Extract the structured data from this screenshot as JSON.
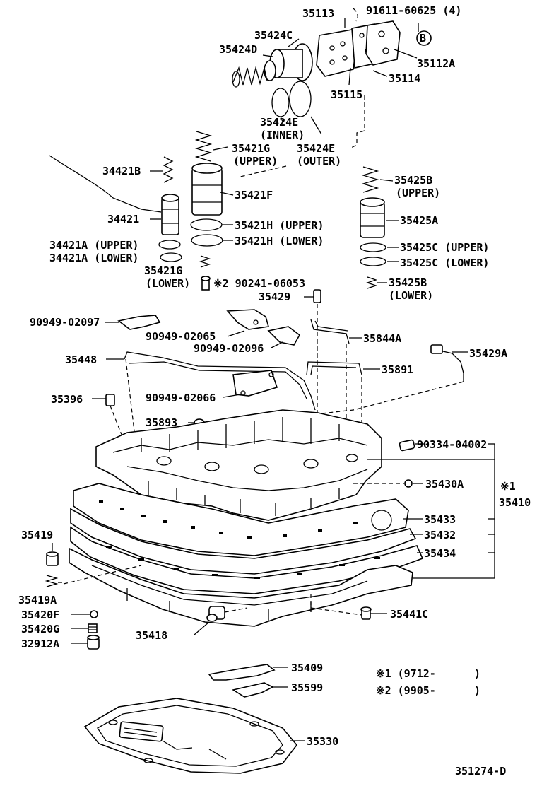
{
  "labels": {
    "p35113": "35113",
    "p91611": "91611-60625 (4)",
    "circle_b": "B",
    "p35424C": "35424C",
    "p35424D": "35424D",
    "p35112A": "35112A",
    "p35114": "35114",
    "p35115": "35115",
    "p35424E_inner": "35424E",
    "inner": "(INNER)",
    "p35421G_upper": "35421G",
    "upper1": "(UPPER)",
    "p35424E_outer": "35424E",
    "outer": "(OUTER)",
    "p34421B": "34421B",
    "p35425B_upper": "35425B",
    "upper2": "(UPPER)",
    "p35421F": "35421F",
    "p34421": "34421",
    "p35425A": "35425A",
    "p35421H_upper": "35421H (UPPER)",
    "p35421H_lower": "35421H (LOWER)",
    "p34421A_upper": "34421A (UPPER)",
    "p34421A_lower": "34421A (LOWER)",
    "p35425C_upper": "35425C (UPPER)",
    "p35425C_lower": "35425C (LOWER)",
    "p35421G_lower": "35421G",
    "lower1": "(LOWER)",
    "p90241": "※2 90241-06053",
    "p35425B_lower": "35425B",
    "lower2": "(LOWER)",
    "p35429": "35429",
    "p90949_02097": "90949-02097",
    "p90949_02065": "90949-02065",
    "p90949_02096": "90949-02096",
    "p35844A": "35844A",
    "p35429A": "35429A",
    "p35448": "35448",
    "p35891": "35891",
    "p35396": "35396",
    "p90949_02066": "90949-02066",
    "p35893": "35893",
    "p90334": "90334-04002",
    "p35430A": "35430A",
    "note1_mark": "※1",
    "p35410": "35410",
    "p35433": "35433",
    "p35432": "35432",
    "p35434": "35434",
    "p35419": "35419",
    "p35419A": "35419A",
    "p35420F": "35420F",
    "p35441C": "35441C",
    "p35420G": "35420G",
    "p32912A": "32912A",
    "p35418": "35418",
    "p35409": "35409",
    "p35599": "35599",
    "note1": "※1 (9712-      )",
    "note2": "※2 (9905-      )",
    "p35330": "35330",
    "diagram_id": "351274-D"
  }
}
